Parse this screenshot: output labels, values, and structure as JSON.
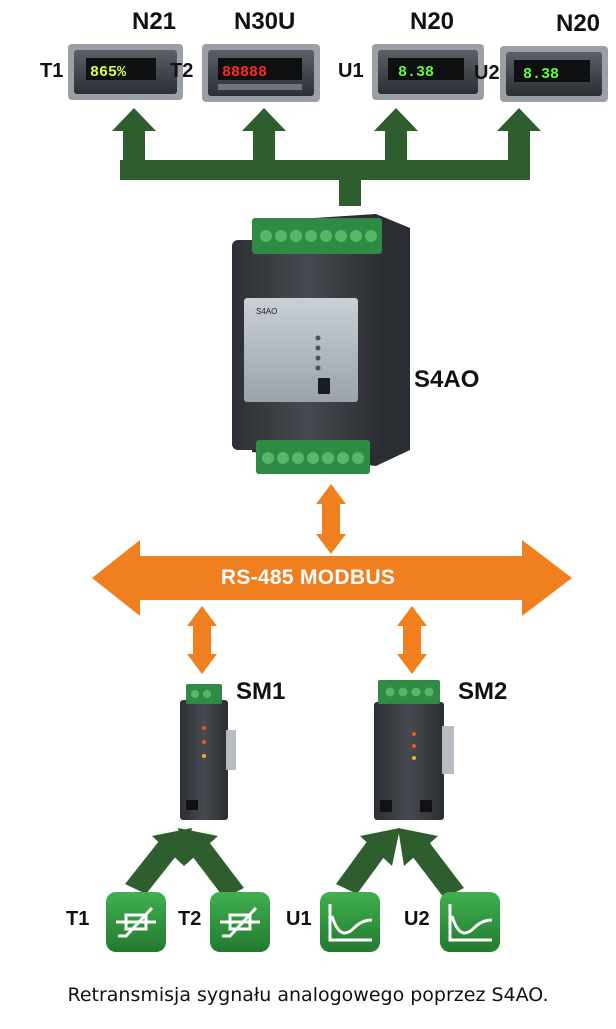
{
  "meters": [
    {
      "model": "N21",
      "input": "T1",
      "reading": "865",
      "unit": "%",
      "digit_color": "#d9ff3a"
    },
    {
      "model": "N30U",
      "input": "T2",
      "reading": "88888",
      "unit": "",
      "digit_color": "#ff2a1a"
    },
    {
      "model": "N20",
      "input": "U1",
      "reading": "8.38",
      "unit": "",
      "digit_color": "#5cff3a"
    },
    {
      "model": "N20",
      "input": "U2",
      "reading": "8.38",
      "unit": "",
      "digit_color": "#5cff3a"
    }
  ],
  "converter": {
    "name": "S4AO",
    "front_label": "S4AO"
  },
  "bus": {
    "label": "RS-485 MODBUS"
  },
  "modules": [
    {
      "name": "SM1"
    },
    {
      "name": "SM2"
    }
  ],
  "sensors": [
    {
      "label": "T1",
      "kind": "thermistor"
    },
    {
      "label": "T2",
      "kind": "thermistor"
    },
    {
      "label": "U1",
      "kind": "voltage-signal"
    },
    {
      "label": "U2",
      "kind": "voltage-signal"
    }
  ],
  "caption": "Retransmisja sygnału analogowego poprzez S4AO.",
  "colors": {
    "tree_green": "#2f5e2e",
    "bus_orange": "#f07f1f",
    "sensor_green": "#2e9a3c",
    "housing": "#3b3f44",
    "terminal_green": "#3c9a4e"
  }
}
